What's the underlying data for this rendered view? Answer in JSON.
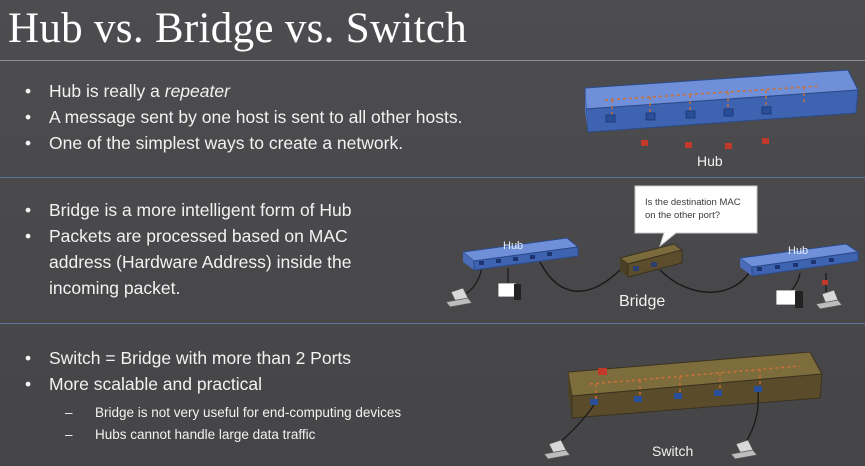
{
  "title": "Hub vs. Bridge vs. Switch",
  "hub_section": {
    "bullet_1_prefix": "Hub is really a ",
    "bullet_1_emphasis": "repeater",
    "bullet_2": "A message sent by one host is sent to all other hosts.",
    "bullet_3": "One of the simplest ways to create a network."
  },
  "bridge_section": {
    "bullet_1": "Bridge is a more intelligent form of Hub",
    "bullet_2_lines": [
      "Packets are processed based on MAC",
      "address (Hardware Address) inside the",
      "incoming packet."
    ]
  },
  "switch_section": {
    "bullet_1": "Switch = Bridge with more than 2 Ports",
    "bullet_2": "More scalable and practical",
    "sub_1": "Bridge is not very useful for end-computing devices",
    "sub_2": "Hubs cannot handle large data traffic"
  },
  "diagram_labels": {
    "hub": "Hub",
    "left_hub": "Hub",
    "right_hub": "Hub",
    "bridge": "Bridge",
    "switch": "Switch",
    "callout_lines": [
      "Is the destination MAC",
      "on the other port?"
    ]
  },
  "colors": {
    "background": "#4a4a4c",
    "hub_device": "#4a70c0",
    "switch_device": "#6b5a2f",
    "port_red": "#c0392b",
    "dashed_line": "#c8703a"
  }
}
